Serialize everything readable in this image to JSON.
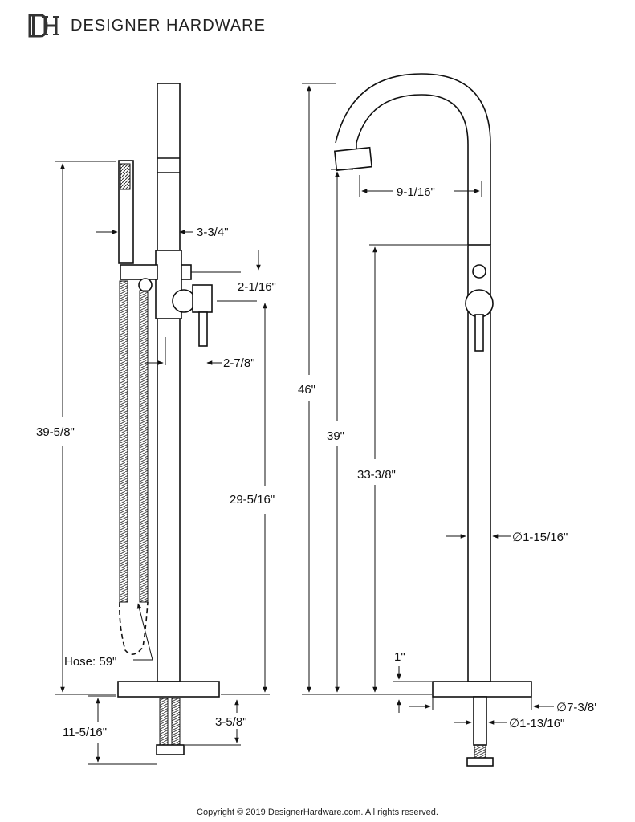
{
  "header": {
    "logo_letters": "DH",
    "brand": "DESIGNER HARDWARE"
  },
  "dimensions": {
    "overall_handshower_height": "39-5/8\"",
    "spout_arm_offset": "3-3/4\"",
    "valve_offset": "2-1/16\"",
    "handle_offset": "2-7/8\"",
    "valve_height": "29-5/16\"",
    "hose_length": "Hose: 59\"",
    "supply_depth": "11-5/16\"",
    "base_thickness_below": "3-5/8\"",
    "overall_height": "46\"",
    "spout_height": "39\"",
    "spout_reach": "9-1/16\"",
    "control_height": "33-3/8\"",
    "pipe_diameter": "∅1-15/16\"",
    "base_thickness": "1\"",
    "base_diameter": "∅7-3/8'",
    "supply_diameter": "∅1-13/16\""
  },
  "footer": {
    "copyright": "Copyright © 2019 DesignerHardware.com. All rights reserved."
  }
}
